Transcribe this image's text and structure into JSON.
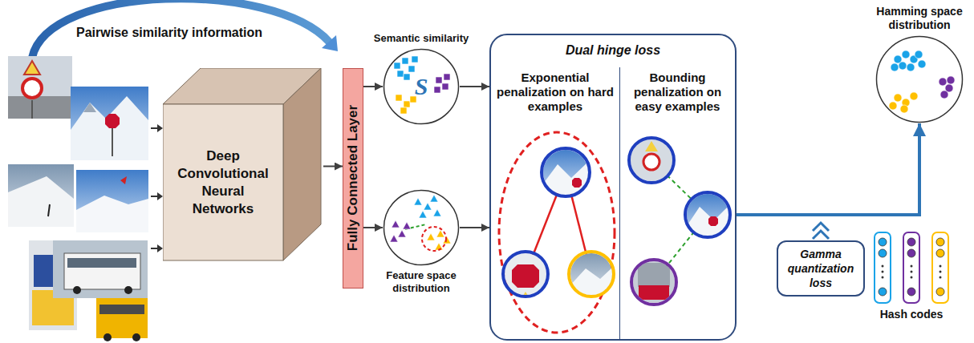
{
  "diagram": {
    "nodes": [
      {
        "text": [
          "Deep Convolutional Neural Networks"
        ]
      },
      {
        "text": [
          "Fully Connected Layer"
        ]
      },
      {
        "text": [
          "Semantic similarity",
          "S"
        ]
      },
      {
        "text": [
          "Feature space distribution"
        ]
      },
      {
        "text": [
          "Dual hinge loss"
        ]
      },
      {
        "text": [
          "Exponential penalization on hard examples"
        ],
        "in": 4
      },
      {
        "text": [
          "Bounding penalization on easy examples"
        ],
        "in": 4
      },
      {
        "text": [
          "Hamming space distribution"
        ]
      },
      {
        "text": [
          "Gamma quantization loss"
        ]
      }
    ],
    "edges": [
      {
        "from": 0,
        "to": 1,
        "arrow": "to"
      },
      {
        "from": 1,
        "to": 2,
        "arrow": "to"
      },
      {
        "from": 1,
        "to": 3,
        "arrow": "to"
      },
      {
        "from": 2,
        "to": 4,
        "arrow": "to"
      },
      {
        "from": 3,
        "to": 4,
        "arrow": "to"
      },
      {
        "from": 4,
        "to": 7,
        "arrow": "to"
      }
    ],
    "labels": [
      "Pairwise similarity information",
      "Hash codes"
    ]
  }
}
